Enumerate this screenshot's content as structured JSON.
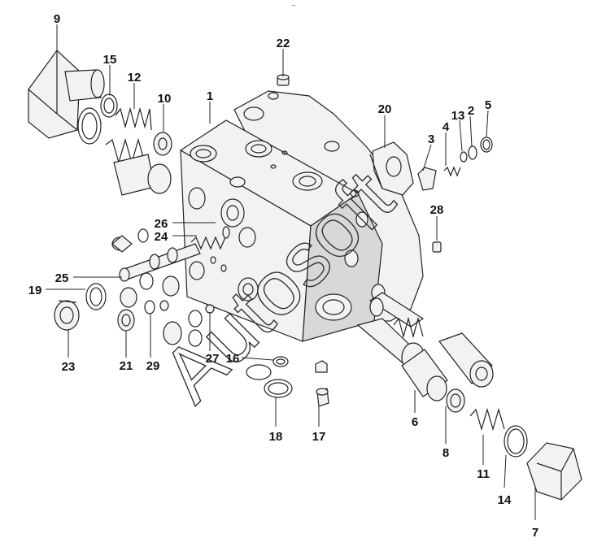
{
  "diagram": {
    "top_mark": "~",
    "watermark": "Autosoft",
    "callouts": {
      "n1": "1",
      "n2": "2",
      "n3": "3",
      "n4": "4",
      "n5": "5",
      "n6": "6",
      "n7": "7",
      "n8": "8",
      "n9": "9",
      "n10": "10",
      "n11": "11",
      "n12": "12",
      "n13": "13",
      "n14": "14",
      "n15": "15",
      "n16": "16",
      "n17": "17",
      "n18": "18",
      "n19": "19",
      "n20": "20",
      "n21": "21",
      "n22": "22",
      "n23": "23",
      "n24": "24",
      "n25": "25",
      "n26": "26",
      "n27": "27",
      "n28": "28",
      "n29": "29"
    }
  }
}
